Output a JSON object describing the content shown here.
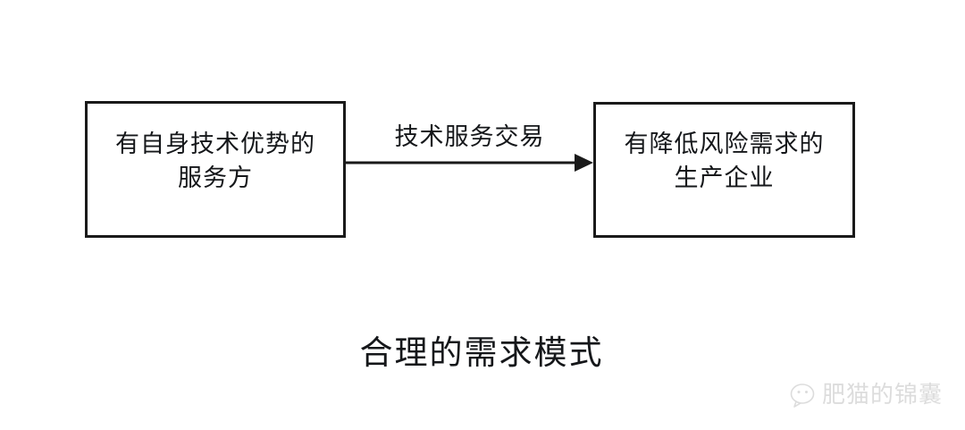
{
  "diagram": {
    "title_caption": "合理的需求模式",
    "nodes": [
      {
        "id": "supplier",
        "line1": "有自身技术优势的",
        "line2": "服务方"
      },
      {
        "id": "producer",
        "line1": "有降低风险需求的",
        "line2": "生产企业"
      }
    ],
    "edge": {
      "label": "技术服务交易",
      "direction": "left-to-right",
      "arrowhead": "solid-triangle"
    }
  },
  "watermark": {
    "text": "肥猫的锦囊",
    "logo_icon": "wechat-bubble-icon"
  },
  "colors": {
    "background": "#ffffff",
    "stroke": "#1a1a1a",
    "text": "#15171a",
    "watermark": "#8e8e8e"
  }
}
